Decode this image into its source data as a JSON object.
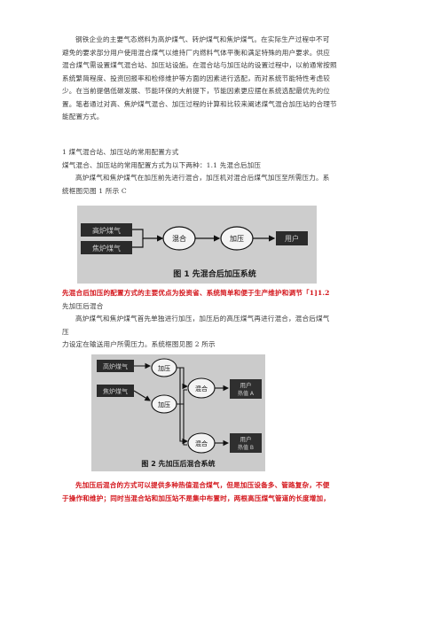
{
  "intro": {
    "lines": [
      "钢铁企业的主要气态燃料为高炉煤气、转炉煤气和焦炉煤气。在实际生产过程中不可",
      "避免的要求部分用户使用混合煤气以维持厂内燃料气体平衡和满足特殊的用户要求。供应",
      "混合煤气需设置煤气混合站、加压站设施。在混合站与加压站的设置过程中，以前通常按照",
      "系统繁简程度、投资回报率和检修维护等方面的因素进行选配，而对系统节能特性考虑较",
      "少。在当前提倡低碳发展、节能环保的大前提下，节能因素更应摆在系统选配最优先的位",
      "置。笔者通过对高、焦炉煤气混合、加压过程的计算和比较来阐述煤气混合加压站的合理节",
      "能配置方式。"
    ]
  },
  "section1": {
    "heading": "1 煤气混合站、加压站的常用配置方式",
    "line1": "煤气混合、加压站的常用配置方式为以下两种：1.1 先混合后加压",
    "para_lines": [
      "高炉煤气和焦炉煤气在加压前先进行混合，加压机对混合后煤气加压至所需压力。系",
      "统框图见图 1 所示 C"
    ]
  },
  "figure1": {
    "input1": "高炉煤气",
    "input2": "焦炉煤气",
    "mix": "混合",
    "pressurize": "加压",
    "user": "用户",
    "caption": "图 1  先混合后加压系统"
  },
  "after_fig1": {
    "red_line": "先混合后加压的配置方式的主要优点为投资省、系统简单和便于生产维护和调节「1]1.2",
    "next_line": "先加压后混合",
    "para_lines": [
      "高炉煤气和焦炉煤气首先单独进行加压，加压后的高压煤气再进行混合，混合后煤气",
      "压",
      "力设定在输送用户所需压力。系统框图见图 2 所示"
    ]
  },
  "figure2": {
    "input1": "高炉煤气",
    "input2": "焦炉煤气",
    "pressurize": "加压",
    "mix": "混合",
    "user1": "用户",
    "user1_sub": "热值 A",
    "user2": "用户",
    "user2_sub": "热值 B",
    "caption": "图 2  先加压后混合系统"
  },
  "conclusion": {
    "red_lines": [
      "先加压后混合的方式可以提供多种热值混合煤气，但是加压设备多、管路复杂，不便",
      "于操作和维护；同时当混合站和加压站不是集中布置时，两根高压煤气管道的长度增加，"
    ]
  }
}
